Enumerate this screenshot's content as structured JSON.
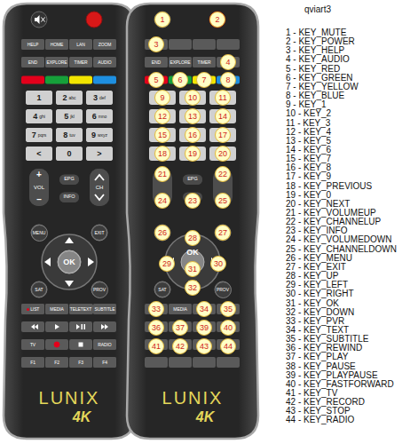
{
  "diagram": {
    "title": "qviart3",
    "nodes": [
      {
        "text": [
          "HELP"
        ]
      },
      {
        "text": [
          "HOME"
        ]
      },
      {
        "text": [
          "LAN"
        ]
      },
      {
        "text": [
          "ZOOM"
        ]
      },
      {
        "text": [
          "END"
        ]
      },
      {
        "text": [
          "EXPLORE"
        ]
      },
      {
        "text": [
          "TIMER"
        ]
      },
      {
        "text": [
          "AUDIO"
        ]
      },
      {
        "text": [
          "1"
        ]
      },
      {
        "text": [
          "2",
          "abc"
        ]
      },
      {
        "text": [
          "3",
          "def"
        ]
      },
      {
        "text": [
          "4",
          "ghi"
        ]
      },
      {
        "text": [
          "5",
          "jkl"
        ]
      },
      {
        "text": [
          "6",
          "mno"
        ]
      },
      {
        "text": [
          "7",
          "pqrs"
        ]
      },
      {
        "text": [
          "8",
          "tuv"
        ]
      },
      {
        "text": [
          "9",
          "wxyz"
        ]
      },
      {
        "text": [
          "<"
        ]
      },
      {
        "text": [
          "0"
        ]
      },
      {
        "text": [
          ">"
        ]
      },
      {
        "text": [
          "+",
          "VOL",
          "–"
        ]
      },
      {
        "text": [
          "CH"
        ]
      },
      {
        "text": [
          "EPG"
        ]
      },
      {
        "text": [
          "INFO"
        ]
      },
      {
        "text": [
          "MENU"
        ]
      },
      {
        "text": [
          "EXIT"
        ]
      },
      {
        "text": [
          "OK"
        ]
      },
      {
        "text": [
          "SAT"
        ]
      },
      {
        "text": [
          "PROV"
        ]
      },
      {
        "text": [
          "LIST"
        ]
      },
      {
        "text": [
          "MEDIA"
        ]
      },
      {
        "text": [
          "TELETEXT"
        ]
      },
      {
        "text": [
          "SUBTITLE"
        ]
      },
      {
        "text": [
          "TV"
        ]
      },
      {
        "text": [
          "RADIO"
        ]
      },
      {
        "text": [
          "F1"
        ]
      },
      {
        "text": [
          "F2"
        ]
      },
      {
        "text": [
          "F3"
        ]
      },
      {
        "text": [
          "F4"
        ]
      },
      {
        "text": [
          "1"
        ]
      },
      {
        "text": [
          "2"
        ]
      },
      {
        "text": [
          "3"
        ]
      },
      {
        "text": [
          "END"
        ]
      },
      {
        "text": [
          "EXPLORE"
        ]
      },
      {
        "text": [
          "TIMER"
        ]
      },
      {
        "text": [
          "4"
        ]
      },
      {
        "text": [
          "5"
        ]
      },
      {
        "text": [
          "6"
        ]
      },
      {
        "text": [
          "7"
        ]
      },
      {
        "text": [
          "8"
        ]
      },
      {
        "text": [
          "9"
        ]
      },
      {
        "text": [
          "10"
        ]
      },
      {
        "text": [
          "11"
        ]
      },
      {
        "text": [
          "12"
        ]
      },
      {
        "text": [
          "13"
        ]
      },
      {
        "text": [
          "14"
        ]
      },
      {
        "text": [
          "15"
        ]
      },
      {
        "text": [
          "16"
        ]
      },
      {
        "text": [
          "17"
        ]
      },
      {
        "text": [
          "18"
        ]
      },
      {
        "text": [
          "19"
        ]
      },
      {
        "text": [
          "20"
        ]
      },
      {
        "text": [
          "21"
        ]
      },
      {
        "text": [
          "EPG"
        ]
      },
      {
        "text": [
          "22"
        ]
      },
      {
        "text": [
          "24"
        ]
      },
      {
        "text": [
          "23"
        ]
      },
      {
        "text": [
          "25"
        ]
      },
      {
        "text": [
          "26"
        ]
      },
      {
        "text": [
          "28"
        ]
      },
      {
        "text": [
          "27"
        ]
      },
      {
        "text": [
          "OK"
        ]
      },
      {
        "text": [
          "29"
        ]
      },
      {
        "text": [
          "30"
        ]
      },
      {
        "text": [
          "31"
        ]
      },
      {
        "text": [
          "SAT"
        ]
      },
      {
        "text": [
          "32"
        ]
      },
      {
        "text": [
          "PROV"
        ]
      },
      {
        "text": [
          "33"
        ]
      },
      {
        "text": [
          "MEDIA"
        ]
      },
      {
        "text": [
          "34"
        ]
      },
      {
        "text": [
          "35"
        ]
      },
      {
        "text": [
          "36"
        ]
      },
      {
        "text": [
          "37"
        ]
      },
      {
        "text": [
          "39"
        ]
      },
      {
        "text": [
          "40"
        ]
      },
      {
        "text": [
          "41"
        ]
      },
      {
        "text": [
          "42"
        ]
      },
      {
        "text": [
          "43"
        ]
      },
      {
        "text": [
          "44"
        ]
      }
    ],
    "labels": [
      "1 - KEY_MUTE",
      "2 - KEY_POWER",
      "3 - KEY_HELP",
      "4 - KEY_AUDIO",
      "5 - KEY_RED",
      "6 - KEY_GREEN",
      "7 - KEY_YELLOW",
      "8 - KEY_BLUE",
      "9 - KEY_1",
      "10 - KEY_2",
      "11 - KEY_3",
      "12 - KEY_4",
      "13 - KEY_5",
      "14 - KEY_6",
      "15 - KEY_7",
      "16 - KEY_8",
      "17 - KEY_9",
      "18 - KEY_PREVIOUS",
      "19 - KEY_0",
      "20 - KEY_NEXT",
      "21 - KEY_VOLUMEUP",
      "22 - KEY_CHANNELUP",
      "23 - KEY_INFO",
      "24 - KEY_VOLUMEDOWN",
      "25 - KEY_CHANNELDOWN",
      "26 - KEY_MENU",
      "27 - KEY_EXIT",
      "28 - KEY_UP",
      "29 - KEY_LEFT",
      "30 - KEY_RIGHT",
      "31 - KEY_OK",
      "32 - KEY_DOWN",
      "33 - KEY_PVR",
      "34 - KEY_TEXT",
      "35 - KEY_SUBTITLE",
      "36 - KEY_REWIND",
      "37 - KEY_PLAY",
      "38 - KEY_PAUSE",
      "39 - KEY_PLAYPAUSE",
      "40 - KEY_FASTFORWARD",
      "41 - KEY_TV",
      "42 - KEY_RECORD",
      "43 - KEY_STOP",
      "44 - KEY_RADIO",
      "LUNIX",
      "4K",
      "LUNIX",
      "4K"
    ]
  }
}
